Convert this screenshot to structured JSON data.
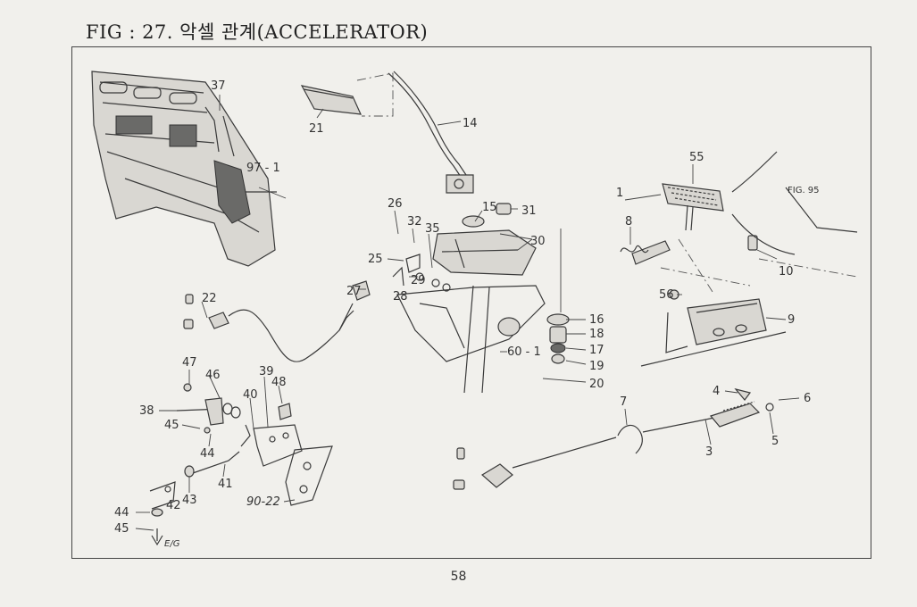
{
  "title": "FIG : 27. 악셀 관계(ACCELERATOR)",
  "page_number": "58",
  "callouts": {
    "c37": "37",
    "c97_1": "97 - 1",
    "c21": "21",
    "c14": "14",
    "c26": "26",
    "c32": "32",
    "c35": "35",
    "c15": "15",
    "c31": "31",
    "c30": "30",
    "c25": "25",
    "c29": "29",
    "c27": "27",
    "c28": "28",
    "c22": "22",
    "c16": "16",
    "c18": "18",
    "c17": "17",
    "c19": "19",
    "c20": "20",
    "c60_1": "60 - 1",
    "c55": "55",
    "c1": "1",
    "c8": "8",
    "fig95": "FIG. 95",
    "c10": "10",
    "c56": "56",
    "c9": "9",
    "c4": "4",
    "c6": "6",
    "c5": "5",
    "c7": "7",
    "c3": "3",
    "c47": "47",
    "c46": "46",
    "c39": "39",
    "c40": "40",
    "c48": "48",
    "c38": "38",
    "c45a": "45",
    "c44a": "44",
    "c41": "41",
    "c43": "43",
    "c42": "42",
    "c44b": "44",
    "c45b": "45",
    "c90_22": "90-22",
    "eg": "E/G"
  }
}
